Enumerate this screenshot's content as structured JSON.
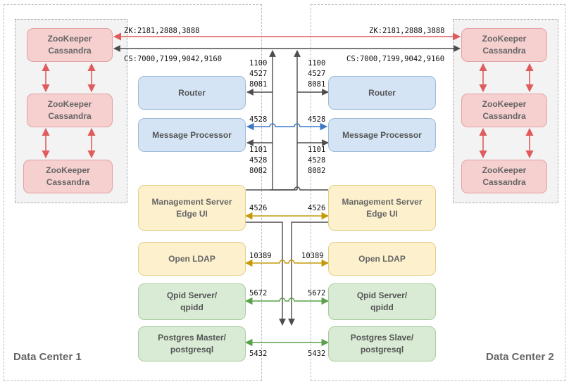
{
  "data_center_1": {
    "title": "Data Center 1"
  },
  "data_center_2": {
    "title": "Data Center 2"
  },
  "dc1_nodes": {
    "zk1": "ZooKeeper\nCassandra",
    "zk2": "ZooKeeper\nCassandra",
    "zk3": "ZooKeeper\nCassandra",
    "router": "Router",
    "message_processor": "Message Processor",
    "management_server": "Management Server\nEdge UI",
    "open_ldap": "Open LDAP",
    "qpid": "Qpid Server/\nqpidd",
    "postgres": "Postgres Master/\npostgresql"
  },
  "dc2_nodes": {
    "zk1": "ZooKeeper\nCassandra",
    "zk2": "ZooKeeper\nCassandra",
    "zk3": "ZooKeeper\nCassandra",
    "router": "Router",
    "message_processor": "Message Processor",
    "management_server": "Management Server\nEdge UI",
    "open_ldap": "Open LDAP",
    "qpid": "Qpid Server/\nqpidd",
    "postgres": "Postgres Slave/\npostgresql"
  },
  "port_labels": {
    "zk_left": "ZK:2181,2888,3888",
    "zk_right": "ZK:2181,2888,3888",
    "cs_left": "CS:7000,7199,9042,9160",
    "cs_right": "CS:7000,7199,9042,9160",
    "router_left": "1100\n4527\n8081",
    "router_right": "1100\n4527\n8081",
    "mp_left": "4528",
    "mp_right": "4528",
    "mp_out_left": "1101\n4528\n8082",
    "mp_out_right": "1101\n4528\n8082",
    "ms_left": "4526",
    "ms_right": "4526",
    "ldap_left": "10389",
    "ldap_right": "10389",
    "qpid_left": "5672",
    "qpid_right": "5672",
    "pg_left": "5432",
    "pg_right": "5432"
  },
  "colors": {
    "zookeeper_cassandra": "#f6cfcf",
    "router_mp": "#d4e4f5",
    "management_ldap": "#fdf0cd",
    "qpid_postgres": "#d9ebd4",
    "red_link": "#e05c5c",
    "blue_link": "#3c78c8",
    "yellow_link": "#c49a0a",
    "green_link": "#5aa04a",
    "grey_link": "#4d4d4d"
  }
}
